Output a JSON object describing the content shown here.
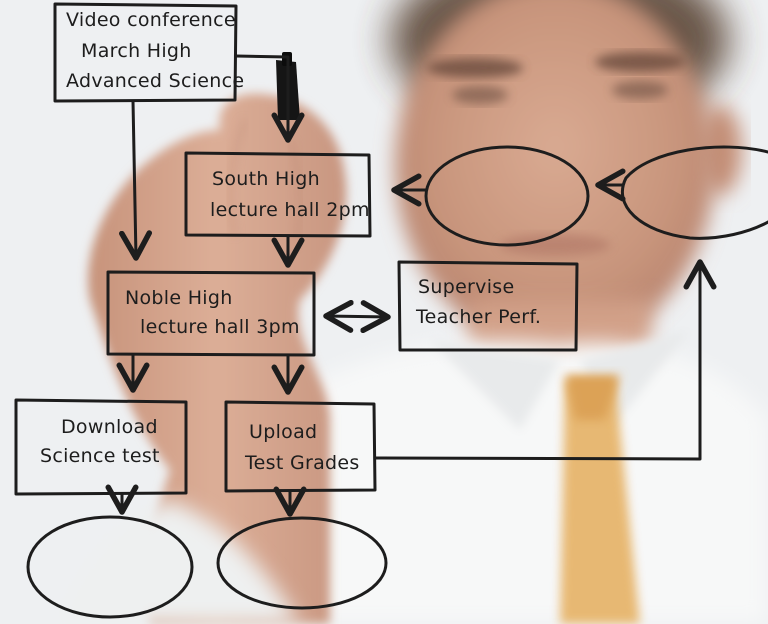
{
  "diagram": {
    "boxes": {
      "video_conference": {
        "lines": [
          "Video conference",
          "March High",
          "Advanced Science"
        ]
      },
      "south_high": {
        "lines": [
          "South High",
          "lecture hall 2pm"
        ]
      },
      "noble_high": {
        "lines": [
          "Noble High",
          "lecture hall 3pm"
        ]
      },
      "supervise": {
        "lines": [
          "Supervise",
          "Teacher Perf."
        ]
      },
      "download": {
        "lines": [
          "Download",
          "Science test"
        ]
      },
      "upload": {
        "lines": [
          "Upload",
          "Test Grades"
        ]
      }
    },
    "colors": {
      "ink": "#1d1d1d",
      "background": "#eef0f2",
      "skin": "#d6a78f",
      "shirt": "#f7f8f8",
      "tie": "#e7b56c"
    }
  }
}
